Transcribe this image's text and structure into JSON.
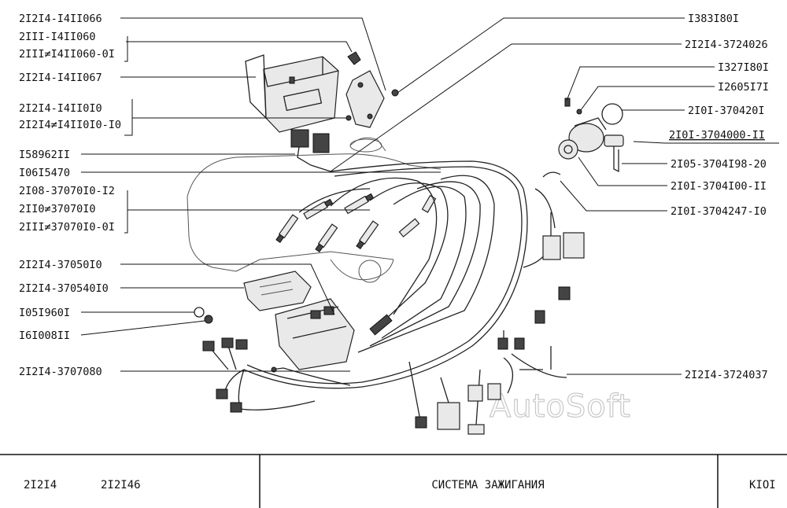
{
  "labels_left": [
    {
      "id": "l1",
      "text": "2I2I4-I4II066"
    },
    {
      "id": "l2a",
      "text": "2III-I4II060"
    },
    {
      "id": "l2b",
      "text": "2III≠I4II060-0I"
    },
    {
      "id": "l3",
      "text": "2I2I4-I4II067"
    },
    {
      "id": "l4a",
      "text": "2I2I4-I4II0I0"
    },
    {
      "id": "l4b",
      "text": "2I2I4≠I4II0I0-I0"
    },
    {
      "id": "l5",
      "text": "I58962II"
    },
    {
      "id": "l6",
      "text": "I06I5470"
    },
    {
      "id": "l7a",
      "text": "2I08-37070I0-I2"
    },
    {
      "id": "l7b",
      "text": "2II0≠37070I0"
    },
    {
      "id": "l7c",
      "text": "2III≠37070I0-0I"
    },
    {
      "id": "l8",
      "text": "2I2I4-37050I0"
    },
    {
      "id": "l9",
      "text": "2I2I4-370540I0"
    },
    {
      "id": "l10",
      "text": "I05I960I"
    },
    {
      "id": "l11",
      "text": "I6I008II"
    },
    {
      "id": "l12",
      "text": "2I2I4-3707080"
    }
  ],
  "labels_right": [
    {
      "id": "r1",
      "text": "I383I80I"
    },
    {
      "id": "r2",
      "text": "2I2I4-3724026"
    },
    {
      "id": "r3",
      "text": "I327I80I"
    },
    {
      "id": "r4",
      "text": "I2605I7I"
    },
    {
      "id": "r5",
      "text": "2I0I-370420I"
    },
    {
      "id": "r6",
      "text": "2I0I-3704000-II"
    },
    {
      "id": "r7",
      "text": "2I05-3704I98-20"
    },
    {
      "id": "r8",
      "text": "2I0I-3704I00-II"
    },
    {
      "id": "r9",
      "text": "2I0I-3704247-I0"
    },
    {
      "id": "r10",
      "text": "2I2I4-3724037"
    }
  ],
  "watermark": "AutoSoft",
  "footer": {
    "model_1": "2I2I4",
    "model_2": "2I2I46",
    "title": "СИСТЕМА ЗАЖИГАНИЯ",
    "code": "KIOI"
  }
}
